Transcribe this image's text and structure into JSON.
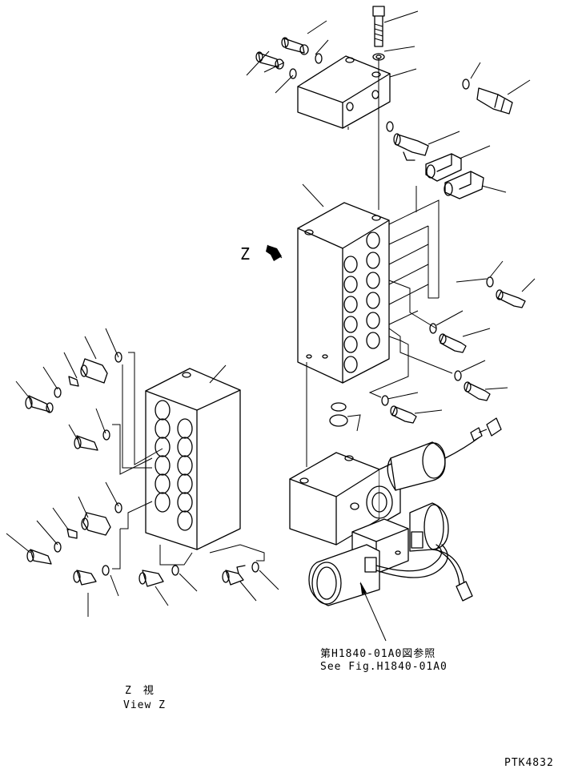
{
  "view_marker": "Z",
  "reference_note": {
    "jp": "第H1840-01A0図参照",
    "en": "See Fig.H1840-01A0"
  },
  "view_caption": {
    "jp": "Z　視",
    "en": "View Z"
  },
  "drawing_number": "PTK4832"
}
